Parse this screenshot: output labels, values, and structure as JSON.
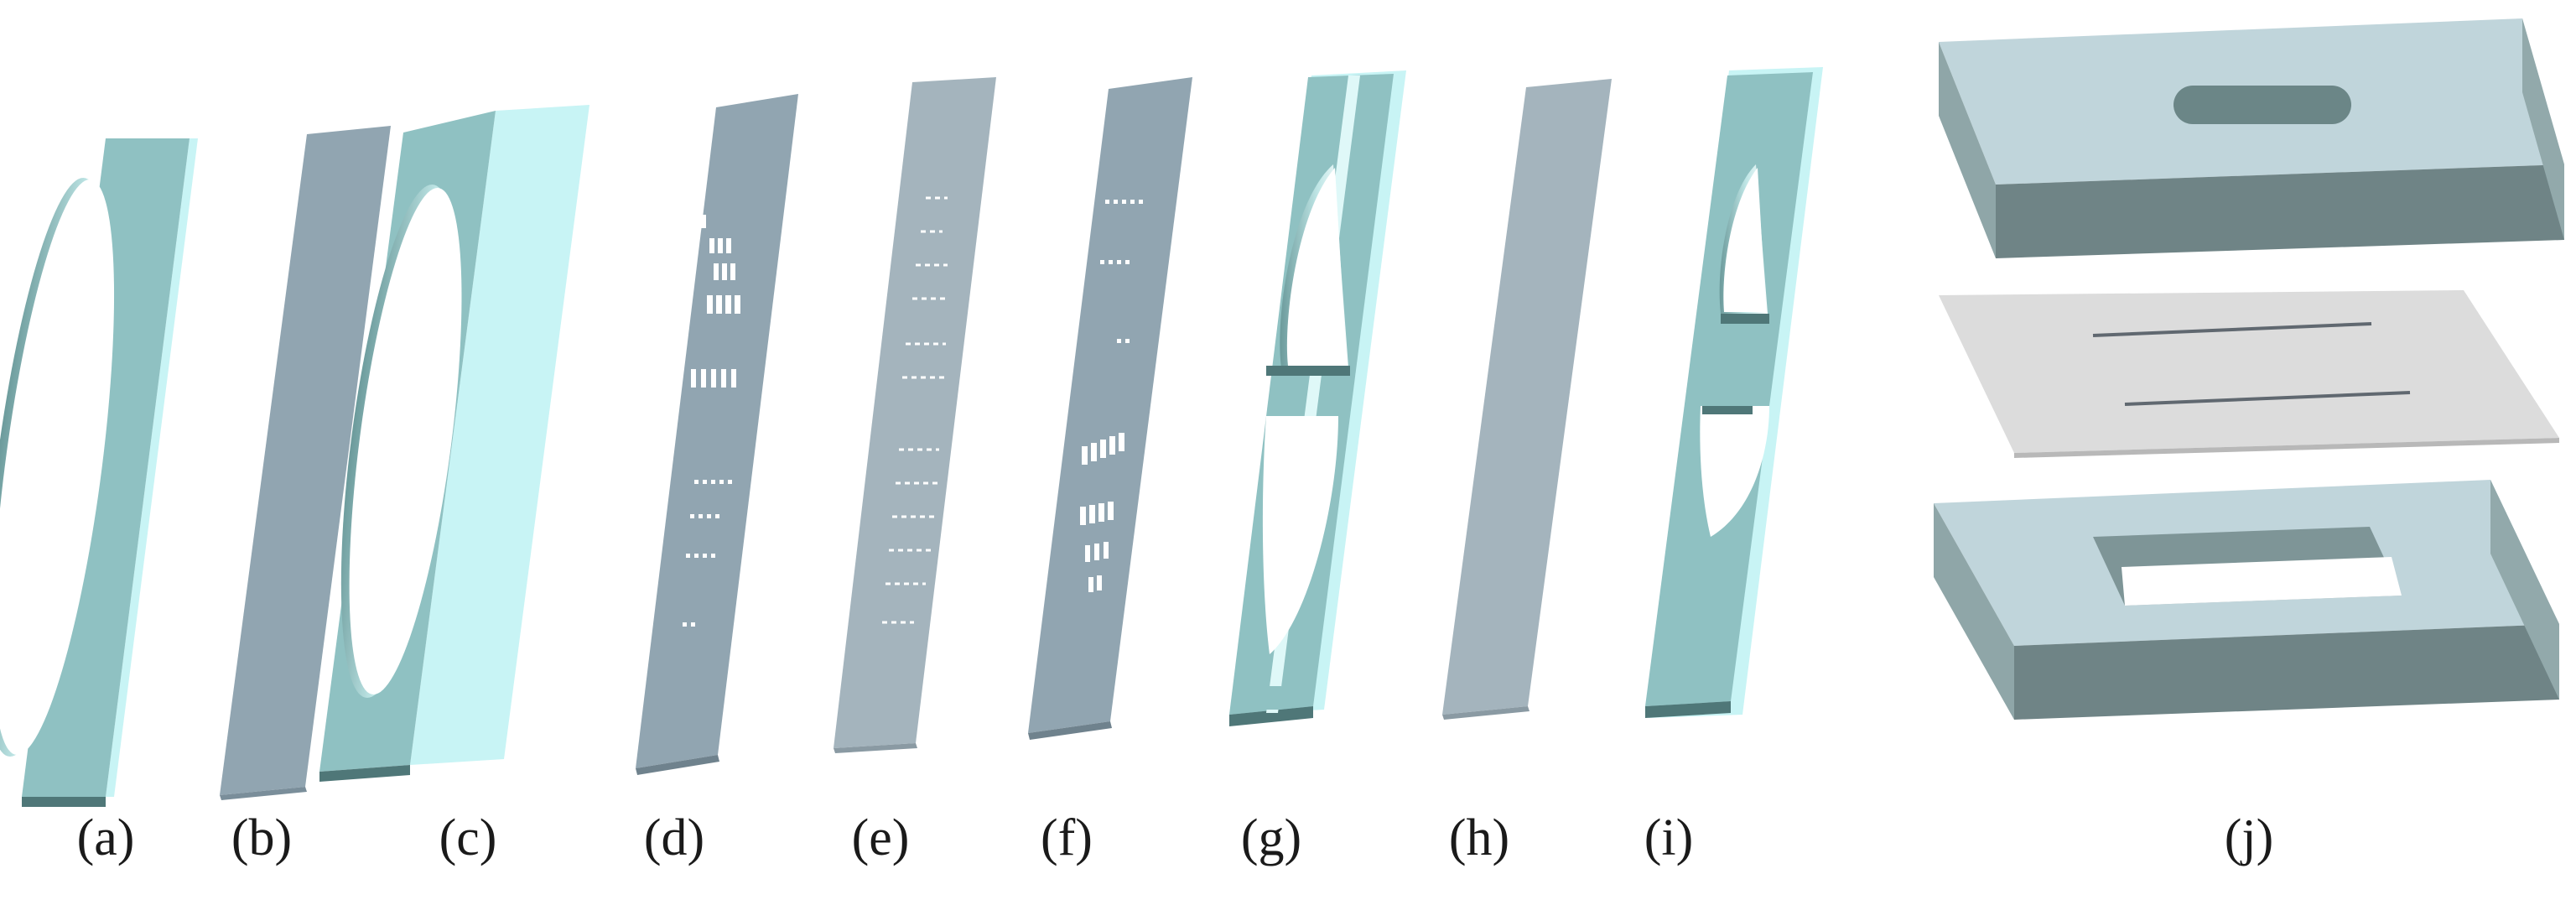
{
  "labels": [
    "(a)",
    "(b)",
    "(c)",
    "(d)",
    "(e)",
    "(f)",
    "(g)",
    "(h)",
    "(i)",
    "(j)"
  ],
  "colors": {
    "teal_face": "#8fc1c2",
    "teal_edge": "#c8f4f5",
    "teal_bottom": "#4f7778",
    "slate_face": "#91a5b1",
    "slate_light_face": "#a4b4bd",
    "block_top": "#c0d5db",
    "block_front": "#6f8486",
    "block_side": "#92a9ab",
    "film_face": "#dcdcdc",
    "hole": "#ffffff",
    "label_text": "#1a1a1a"
  }
}
